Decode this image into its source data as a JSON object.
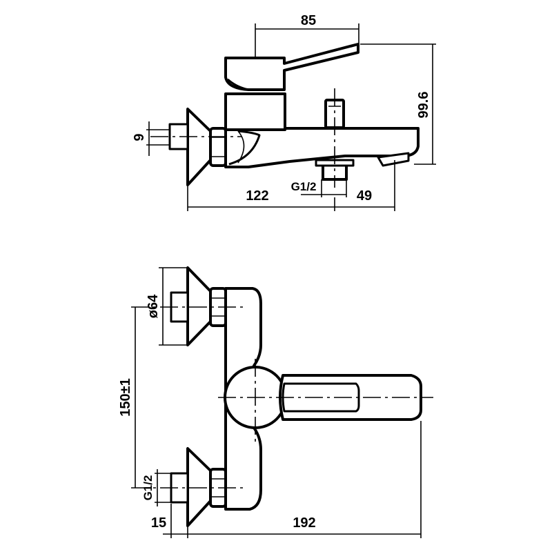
{
  "side_view": {
    "dim_handle_reach": "85",
    "dim_height": "99.6",
    "dim_inlet_height": "9",
    "dim_body_length": "122",
    "dim_spout_offset": "49",
    "dim_outlet_thread": "G1/2"
  },
  "front_view": {
    "dim_flange_diameter": "ø64",
    "dim_center_distance": "150±1",
    "dim_inlet_thread": "G1/2",
    "dim_wall_offset": "15",
    "dim_total_depth": "192"
  }
}
